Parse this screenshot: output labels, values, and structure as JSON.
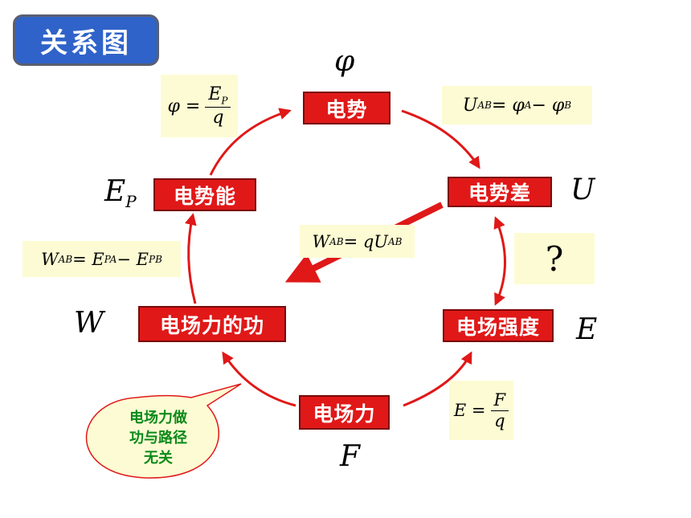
{
  "title": "关系图",
  "nodes": {
    "potential": "电势",
    "potential_difference": "电势差",
    "potential_energy": "电势能",
    "field_strength": "电场强度",
    "field_work": "电场力的功",
    "field_force": "电场力"
  },
  "symbols": {
    "phi": "φ",
    "U": "U",
    "E_P_main": "E",
    "E_P_sub": "P",
    "W": "W",
    "E": "E",
    "F": "F"
  },
  "formulas": {
    "phi_lhs": "φ =",
    "phi_num": "E",
    "phi_num_sub": "P",
    "phi_den": "q",
    "U_lhs": "U",
    "U_lhs_sub": "AB",
    "U_rhs_1": " = φ",
    "U_rhs_1_sub": "A",
    "U_rhs_2": " − φ",
    "U_rhs_2_sub": "B",
    "W_lhs": "W",
    "W_lhs_sub": "AB",
    "W_rhs_1": " = E",
    "W_rhs_1_sub": "PA",
    "W_rhs_2": " − E",
    "W_rhs_2_sub": "PB",
    "WqU_lhs": "W",
    "WqU_lhs_sub": "AB",
    "WqU_rhs": " = qU",
    "WqU_rhs_sub": "AB",
    "E_lhs": "E =",
    "E_num": "F",
    "E_den": "q"
  },
  "unknown_relation": "?",
  "callout": [
    "电场力做",
    "功与路径",
    "无关"
  ],
  "colors": {
    "node_fill": "#e01818",
    "arrow": "#e01818",
    "formula_bg": "#fdfbd3",
    "title_bg": "#2f63c9",
    "callout_text": "#0a8a1a"
  }
}
